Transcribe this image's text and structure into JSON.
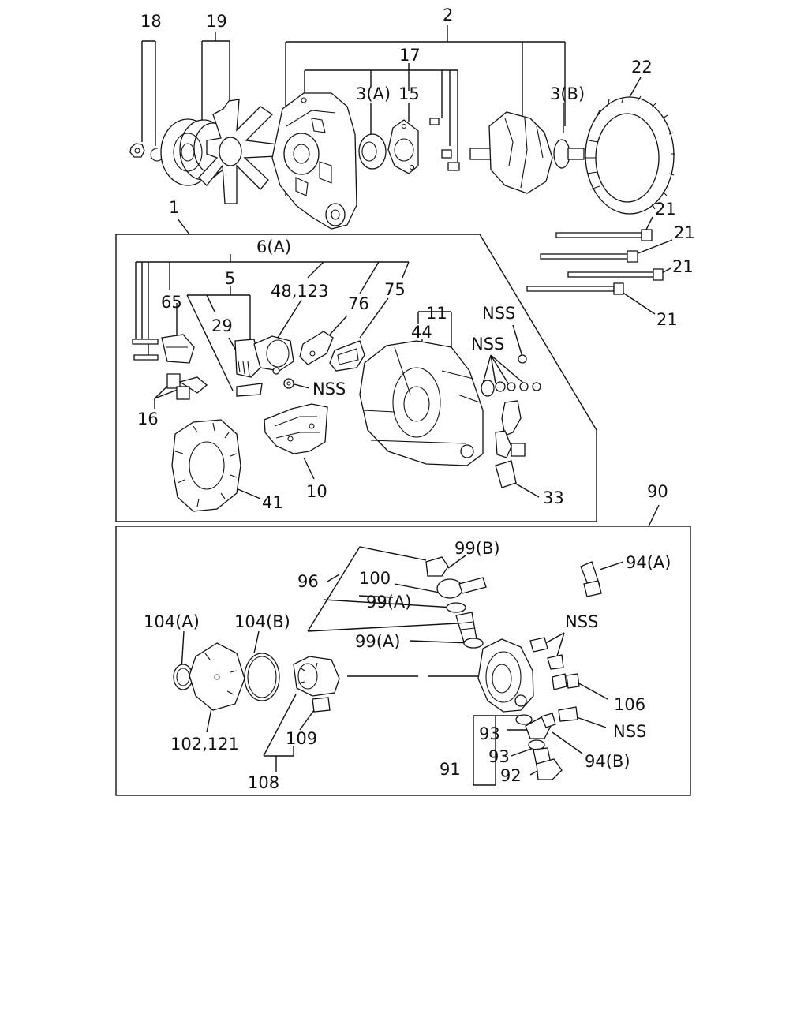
{
  "diagram": {
    "labels": {
      "n18": "18",
      "n19": "19",
      "n2": "2",
      "n17": "17",
      "n3a": "3(A)",
      "n15": "15",
      "n3b": "3(B)",
      "n22": "22",
      "n21a": "21",
      "n21b": "21",
      "n21c": "21",
      "n21d": "21",
      "n1": "1",
      "n6a": "6(A)",
      "n5": "5",
      "n65": "65",
      "n48": "48,123",
      "n76": "76",
      "n75": "75",
      "n11": "11",
      "n29": "29",
      "n44": "44",
      "nss1": "NSS",
      "nss2": "NSS",
      "nss3": "NSS",
      "n16": "16",
      "n41": "41",
      "n10": "10",
      "n33": "33",
      "n90": "90",
      "n99b": "99(B)",
      "n94a": "94(A)",
      "n96": "96",
      "n100": "100",
      "n99a1": "99(A)",
      "n104a": "104(A)",
      "n104b": "104(B)",
      "nss4": "NSS",
      "n99a2": "99(A)",
      "n106": "106",
      "nss5": "NSS",
      "n93a": "93",
      "n93b": "93",
      "n94b": "94(B)",
      "n102": "102,121",
      "n109": "109",
      "n91": "91",
      "n92": "92",
      "n108": "108"
    }
  }
}
